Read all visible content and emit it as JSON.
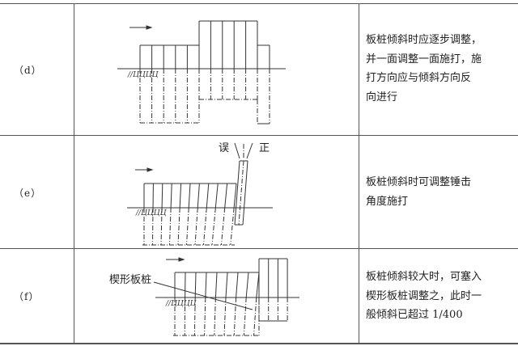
{
  "rows": [
    {
      "label": "（d）",
      "description": [
        "板桩倾斜时应逐步调整，",
        "并一面调整一面施打，施",
        "打方向应与倾斜方向反",
        "向进行"
      ]
    },
    {
      "label": "（e）",
      "description": [
        "板桩倾斜时可调整锤击",
        "角度施打"
      ],
      "annotations": {
        "wrong": "误",
        "right": "正"
      }
    },
    {
      "label": "（f）",
      "description": [
        "板桩倾斜较大时，可塞入",
        "楔形板桩调整之，此时一",
        "般倾斜已超过 1/400"
      ],
      "annotations": {
        "wedge": "楔形板桩"
      }
    }
  ]
}
